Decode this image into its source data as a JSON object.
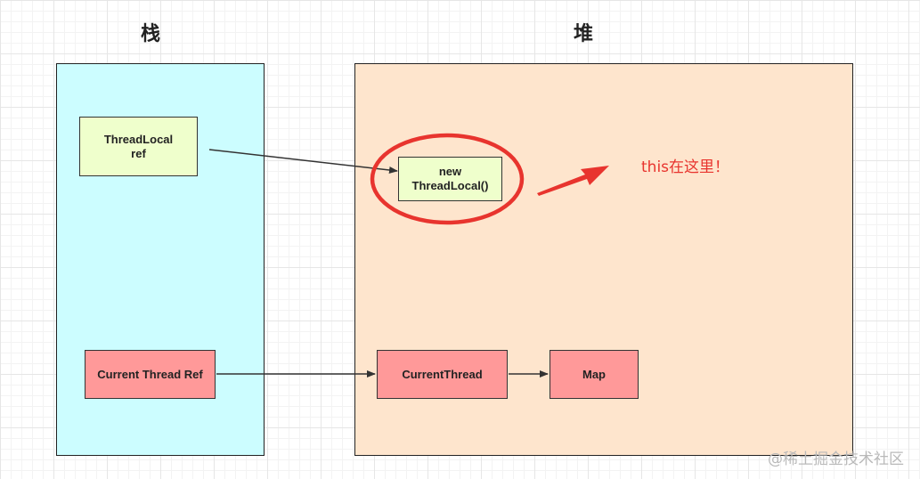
{
  "diagram": {
    "stack_title": "栈",
    "heap_title": "堆",
    "nodes": {
      "threadlocal_ref": {
        "line1": "ThreadLocal",
        "line2": "ref"
      },
      "new_threadlocal": {
        "line1": "new",
        "line2": "ThreadLocal()"
      },
      "current_thread_ref": "Current Thread Ref",
      "current_thread": "CurrentThread",
      "map": "Map"
    },
    "annotation": "this在这里！",
    "watermark": "@稀土掘金技术社区",
    "colors": {
      "stack_fill": "#ccfdff",
      "heap_fill": "#fee5cd",
      "ref_node_fill": "#efffcc",
      "thread_node_fill": "#ff9999",
      "highlight_red": "#e8342e"
    }
  }
}
